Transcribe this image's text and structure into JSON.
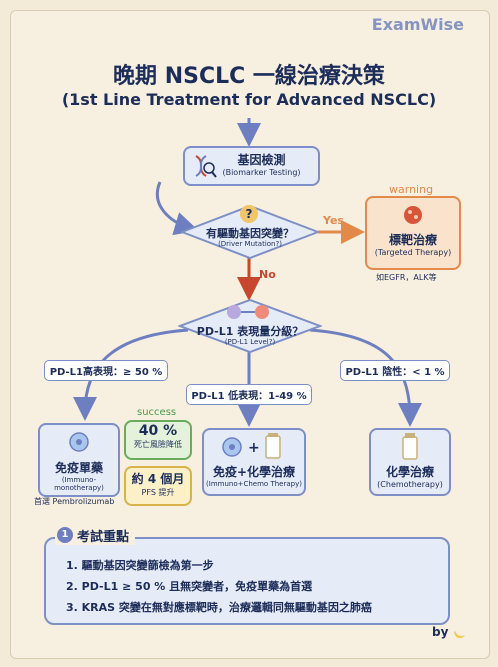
{
  "brand": "ExamWise",
  "title": "晚期 NSCLC 一線治療決策",
  "subtitle": "(1st Line Treatment for Advanced NSCLC)",
  "biomarker": {
    "label": "基因檢測",
    "sub": "(Biomarker Testing)"
  },
  "mutation": {
    "label": "有驅動基因突變？",
    "sub": "(Driver Mutation?)",
    "yes": "Yes",
    "no": "No"
  },
  "targeted": {
    "tag": "warning",
    "label": "標靶治療",
    "sub": "(Targeted Therapy)",
    "note": "如EGFR，ALK等"
  },
  "pdl1": {
    "label": "PD-L1 表現量分級？",
    "sub": "(PD-L1 Level?)"
  },
  "branches": {
    "high": "PD-L1高表現：≥ 50 %",
    "low": "PD-L1 低表現：1-49 %",
    "neg": "PD-L1 陰性：< 1 %"
  },
  "immuno": {
    "label": "免疫單藥",
    "sub": "(Immuno-monotherapy)",
    "note": "首選 Pembrolizumab"
  },
  "stat1": {
    "tag": "success",
    "value": "40 %",
    "sub": "死亡風險降低"
  },
  "stat2": {
    "value": "約 4 個月",
    "sub": "PFS 提升"
  },
  "combo": {
    "label": "免疫+化學治療",
    "sub": "(Immuno+Chemo Therapy)"
  },
  "chemo": {
    "label": "化學治療",
    "sub": "(Chemotherapy)"
  },
  "exam": {
    "number": "1",
    "title": "考試重點",
    "points": [
      "1. 驅動基因突變篩檢為第一步",
      "2. PD-L1 ≥ 50 % 且無突變者，免疫單藥為首選",
      "3. KRAS 突變在無對應標靶時，治療邏輯同無驅動基因之肺癌"
    ]
  },
  "byline": "by"
}
